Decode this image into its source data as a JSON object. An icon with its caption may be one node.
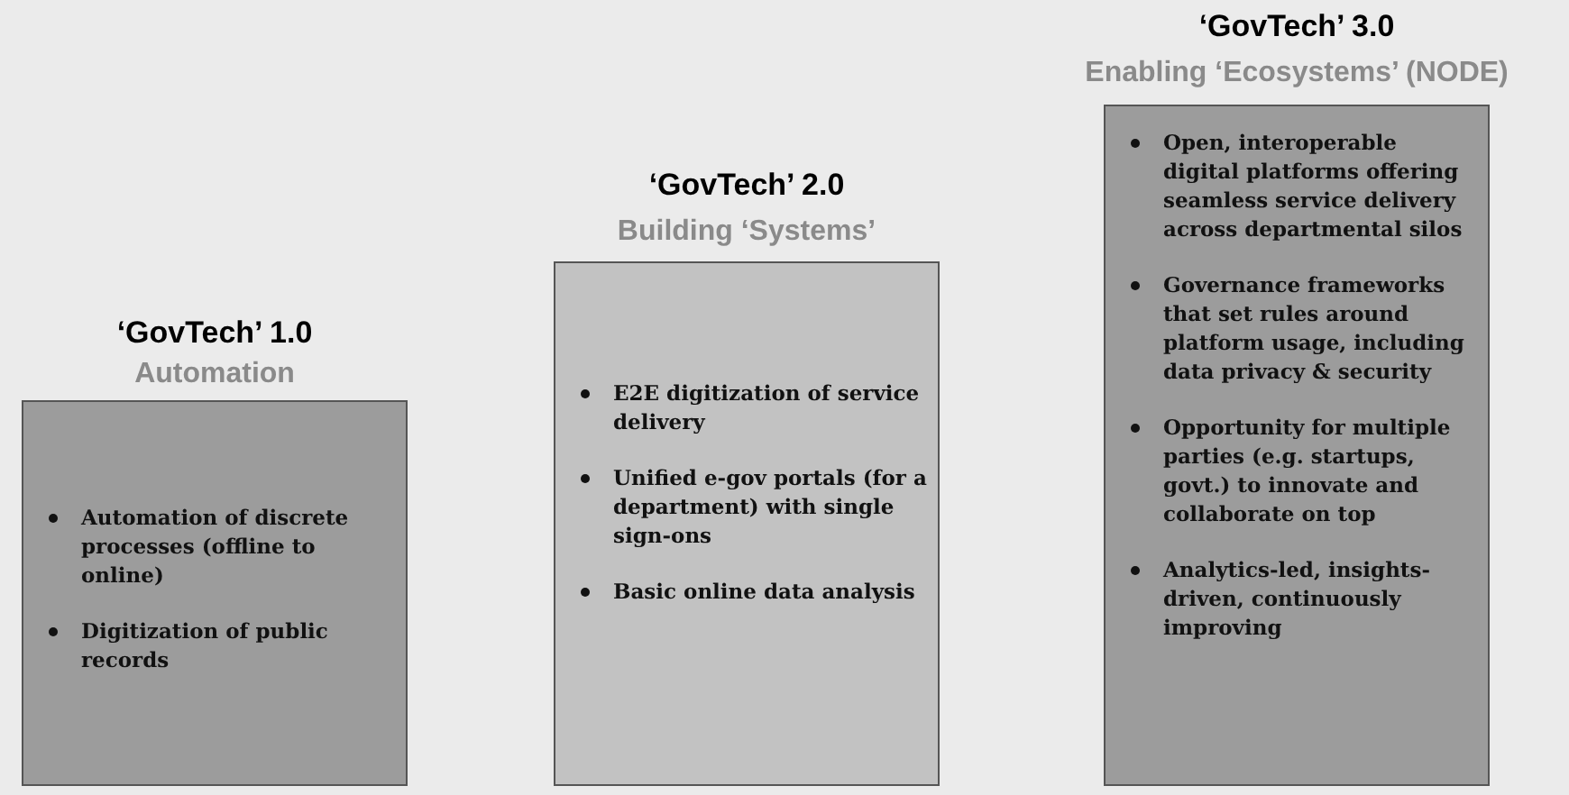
{
  "diagram": {
    "nodes": [
      {
        "text": [
          "‘GovTech’ 1.0",
          "Automation",
          "Automation of discrete processes (offline to online)",
          "Digitization of public records"
        ]
      },
      {
        "text": [
          "‘GovTech’ 2.0",
          "Building ‘Systems’",
          "E2E digitization of service delivery",
          "Unified e-gov portals (for a department) with single sign-ons",
          "Basic online data analysis"
        ]
      },
      {
        "text": [
          "‘GovTech’ 3.0",
          "Enabling ‘Ecosystems’ (NODE)",
          "Open, interoperable digital platforms offering seamless service delivery across departmental silos",
          "Governance frameworks that set rules around platform usage, including data privacy & security",
          "Opportunity for multiple parties (e.g. startups, govt.) to innovate and collaborate on top",
          "Analytics-led, insights-driven, continuously improving"
        ]
      }
    ]
  }
}
